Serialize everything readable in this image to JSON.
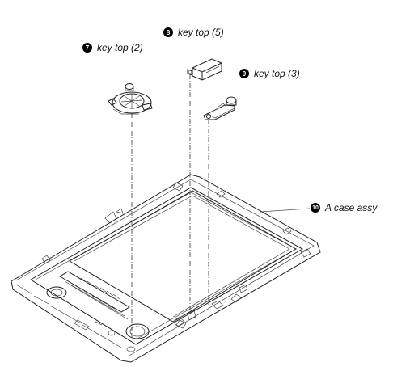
{
  "callouts": [
    {
      "number": "7",
      "label": "key top (2)"
    },
    {
      "number": "8",
      "label": "key top (5)"
    },
    {
      "number": "9",
      "label": "key top (3)"
    },
    {
      "number": "10",
      "label": "A case assy"
    }
  ]
}
